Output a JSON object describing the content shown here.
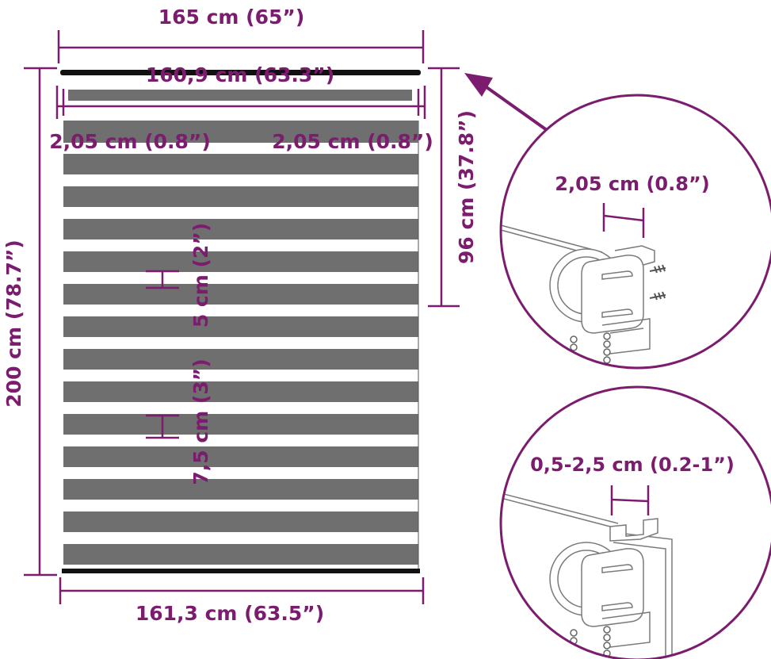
{
  "colors": {
    "accent": "#7b1c6e",
    "stripe": "#6f6f6f",
    "gap": "#ffffff",
    "rail": "#111111",
    "line_art": "#7a7a7a"
  },
  "labels": {
    "total_width": "165 cm (65”)",
    "rail_width": "160,9 cm (63.3”)",
    "left_offset": "2,05 cm (0.8”)",
    "right_offset": "2,05 cm (0.8”)",
    "rail_height": "96 cm (37.8”)",
    "total_height": "200 cm (78.7”)",
    "bottom_width": "161,3 cm (63.5”)",
    "stripe_small": "5 cm (2”)",
    "stripe_large": "7,5 cm (3”)"
  },
  "details": {
    "top_circle_label": "2,05 cm (0.8”)",
    "bottom_circle_label": "0,5-2,5 cm (0.2-1”)"
  },
  "icons": {
    "arrow": "arrow-icon",
    "screws": "screw-icon",
    "bead_chain": "chain-icon"
  }
}
